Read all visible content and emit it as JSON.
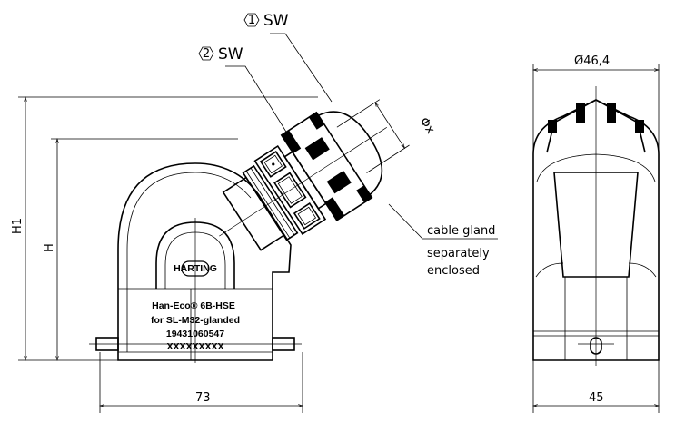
{
  "callouts": {
    "sw1_num": "1",
    "sw1_label": "SW",
    "sw2_num": "2",
    "sw2_label": "SW",
    "phi_x": "Φx",
    "cable_gland": "cable gland",
    "separately": "separately",
    "enclosed": "enclosed"
  },
  "dimensions": {
    "h1": "H1",
    "h": "H",
    "width_front": "73",
    "width_side": "45",
    "diameter_side": "Ø46,4"
  },
  "product_label": {
    "line1": "Han-Eco® 6B-HSE",
    "line2": "for SL-M32-glanded",
    "line3": "19431060547",
    "line4": "XXXXXXXXX",
    "logo": "HARTING"
  }
}
